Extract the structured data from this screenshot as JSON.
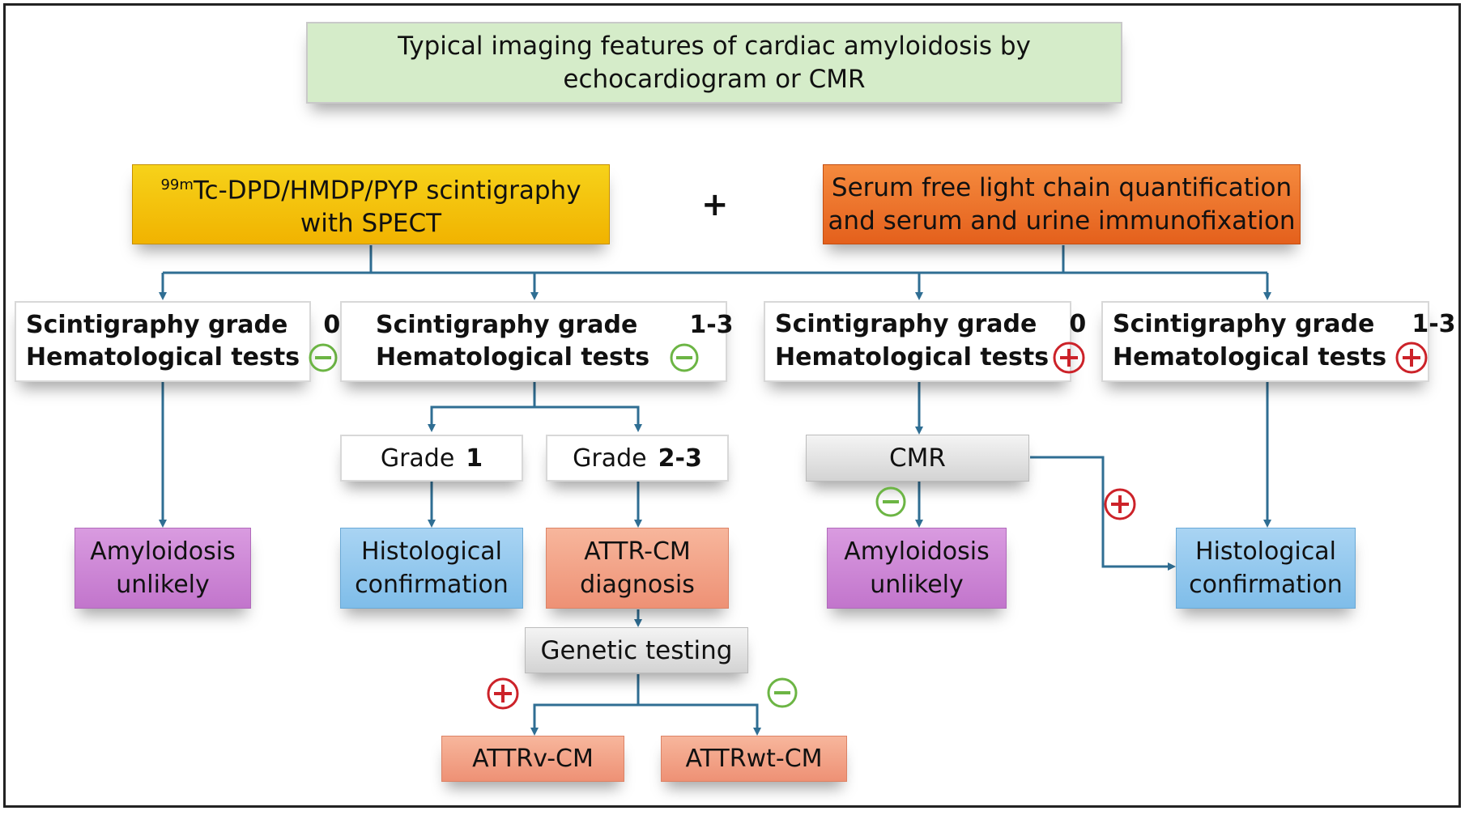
{
  "title": {
    "line1": "Typical imaging features of cardiac amyloidosis by",
    "line2": "echocardiogram or CMR"
  },
  "scintigraphy": {
    "sup": "99m",
    "line1": "Tc-DPD/HMDP/PYP scintigraphy",
    "line2": "with SPECT"
  },
  "plus_symbol": "+",
  "serum": {
    "line1": "Serum free light chain quantification",
    "line2": "and serum and urine immunofixation"
  },
  "grade_label": "Scintigraphy grade",
  "hema_label": "Hematological tests",
  "branches": [
    {
      "grade": "0",
      "asterisk": "*",
      "hema": "negative"
    },
    {
      "grade": "1-3",
      "hema": "negative"
    },
    {
      "grade": "0",
      "hema": "positive"
    },
    {
      "grade": "1-3",
      "hema": "positive"
    }
  ],
  "grade_word": "Grade",
  "grade1": "1",
  "grade23": "2-3",
  "cmr": "CMR",
  "amyloidosis_unlikely": {
    "line1": "Amyloidosis",
    "line2": "unlikely"
  },
  "histological": {
    "line1": "Histological",
    "line2": "confirmation"
  },
  "attr_cm": {
    "line1": "ATTR-CM",
    "line2": "diagnosis"
  },
  "genetic_testing": "Genetic testing",
  "attrv": "ATTRv-CM",
  "attrwt": "ATTRwt-CM",
  "colors": {
    "line": "#2f6e93",
    "negative": "#6cb544",
    "positive": "#cc2229"
  },
  "icons": {
    "negative": "minus-circle-icon",
    "positive": "plus-circle-icon"
  }
}
